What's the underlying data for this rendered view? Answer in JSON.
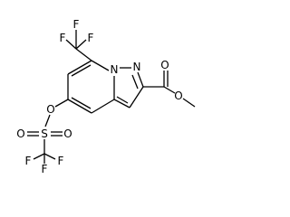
{
  "diagram": {
    "type": "chemical-structure",
    "atom_labels": {
      "F_top_left": "F",
      "F_top_mid": "F",
      "F_top_right": "F",
      "N_bridge": "N",
      "N_ring": "N",
      "O_ester_carbonyl": "O",
      "O_ester_methoxy": "O",
      "O_triflate": "O",
      "S": "S",
      "O_sulfonyl_left": "O",
      "O_sulfonyl_right": "O",
      "F_bottom_left": "F",
      "F_bottom_mid": "F",
      "F_bottom_right": "F"
    },
    "colors": {
      "bond": "#000000",
      "label": "#000000",
      "background": "#ffffff"
    }
  }
}
